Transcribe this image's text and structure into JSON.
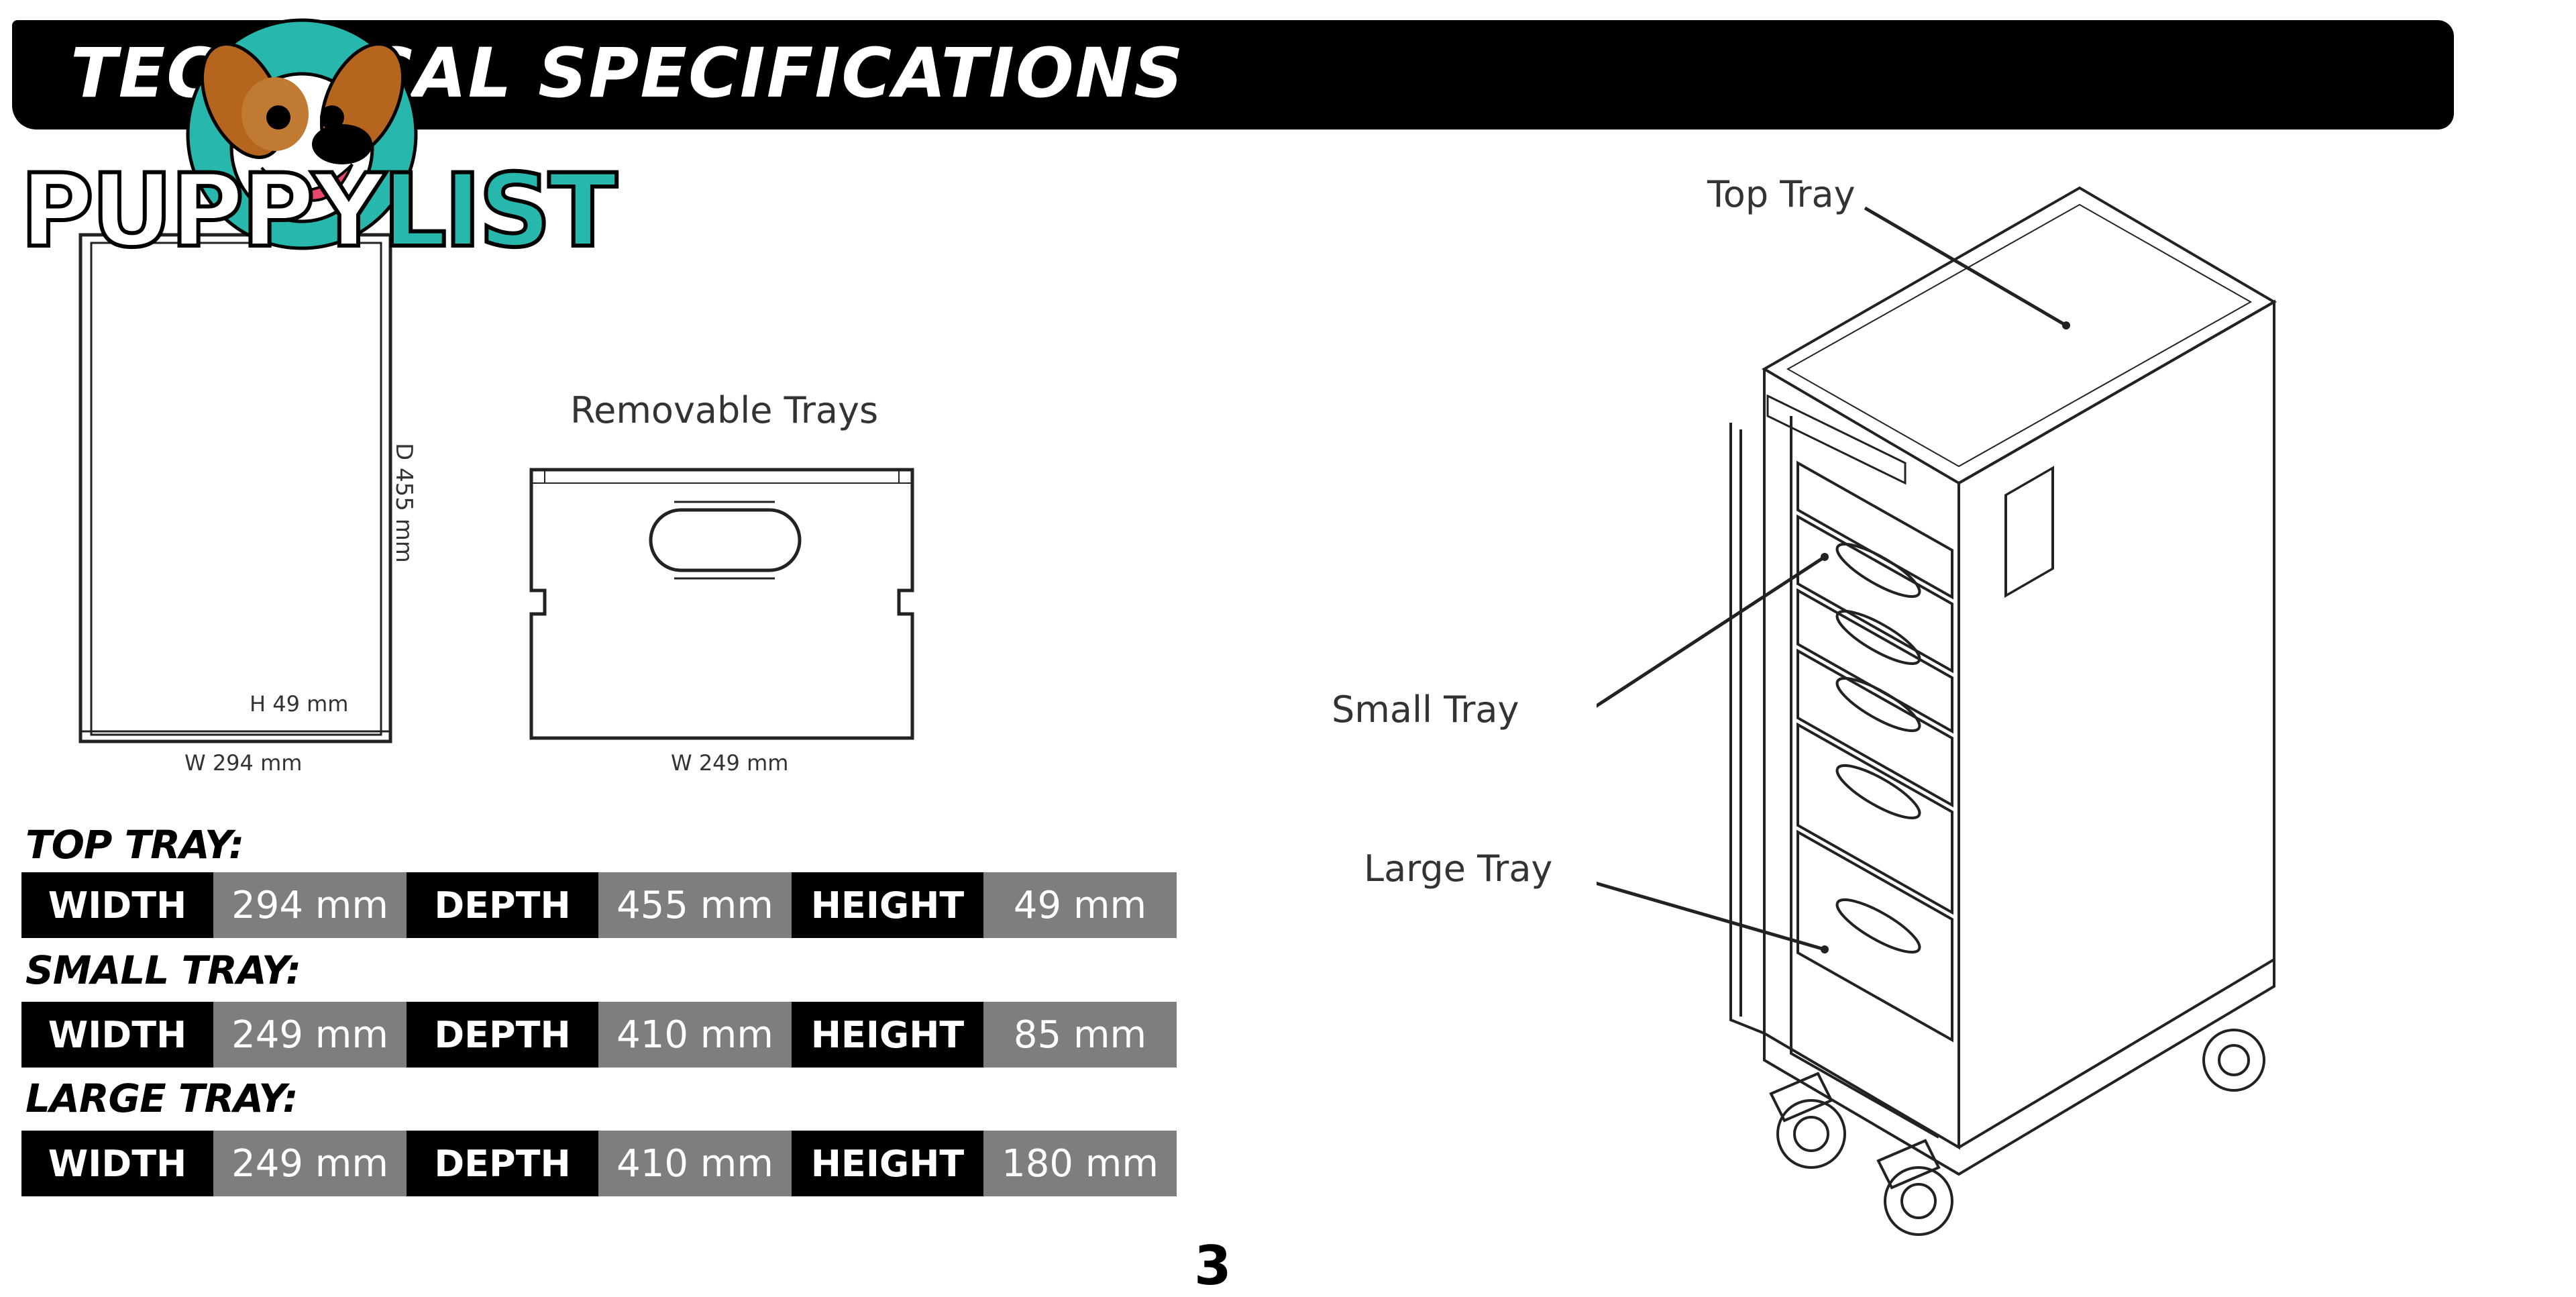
{
  "header": {
    "title": "TECHNICAL SPECIFICATIONS"
  },
  "logo": {
    "part1": "PUPPY",
    "part2": "LIST",
    "accent_color": "#27b7ad"
  },
  "diagram": {
    "top_tray_depth": "D 455 mm",
    "top_tray_height": "H 49 mm",
    "top_tray_width": "W 294 mm",
    "removable_title": "Removable Trays",
    "removable_width": "W 249 mm",
    "callouts": {
      "top": "Top Tray",
      "small": "Small Tray",
      "large": "Large Tray"
    }
  },
  "specs": [
    {
      "title": "TOP TRAY:",
      "width_label": "WIDTH",
      "width": "294 mm",
      "depth_label": "DEPTH",
      "depth": "455 mm",
      "height_label": "HEIGHT",
      "height": "49 mm"
    },
    {
      "title": "SMALL TRAY:",
      "width_label": "WIDTH",
      "width": "249 mm",
      "depth_label": "DEPTH",
      "depth": "410 mm",
      "height_label": "HEIGHT",
      "height": "85 mm"
    },
    {
      "title": "LARGE TRAY:",
      "width_label": "WIDTH",
      "width": "249 mm",
      "depth_label": "DEPTH",
      "depth": "410 mm",
      "height_label": "HEIGHT",
      "height": "180 mm"
    }
  ],
  "page": {
    "number": "3"
  }
}
